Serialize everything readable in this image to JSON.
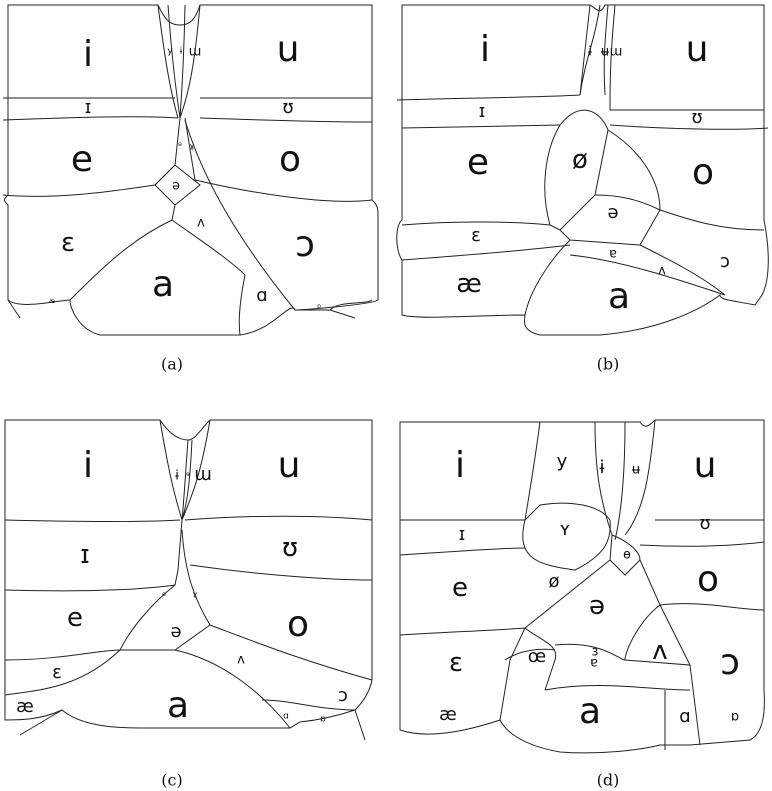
{
  "panels": [
    {
      "caption": "(a)",
      "labels": [
        "i",
        "y",
        "ɨ",
        "ɯ",
        "u",
        "ɪ",
        "ʊ",
        "e",
        "ɘ",
        "ɤ",
        "o",
        "ə",
        "ʌ",
        "ɛ",
        "ɔ",
        "a",
        "ɑ",
        "æ",
        "ɒ"
      ]
    },
    {
      "caption": "(b)",
      "labels": [
        "i",
        "ɨ",
        "ʉ",
        "ɯ",
        "u",
        "ɪ",
        "ʊ",
        "e",
        "ø",
        "o",
        "ə",
        "ɛ",
        "ɐ",
        "ʌ",
        "ɔ",
        "æ",
        "a"
      ]
    },
    {
      "caption": "(c)",
      "labels": [
        "i",
        "ɨ",
        "ɘ",
        "ɯ",
        "u",
        "ɪ",
        "ʊ",
        "e",
        "ɵ",
        "ɤ",
        "o",
        "ə",
        "ɛ",
        "ʌ",
        "ɔ",
        "æ",
        "a",
        "ɑ",
        "ɒ"
      ]
    },
    {
      "caption": "(d)",
      "labels": [
        "i",
        "y",
        "ɨ",
        "ʉ",
        "u",
        "ɪ",
        "ʏ",
        "ʊ",
        "e",
        "ø",
        "ɵ",
        "o",
        "ə",
        "ɛ",
        "œ",
        "ɜ",
        "ɐ",
        "ʌ",
        "ɔ",
        "æ",
        "a",
        "ɑ",
        "ɒ"
      ]
    }
  ]
}
